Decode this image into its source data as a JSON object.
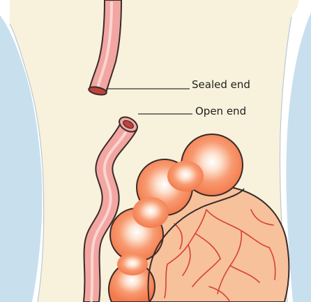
{
  "labels": {
    "sealed_end": "Sealed end",
    "open_end": "Open end"
  },
  "colors": {
    "background": "#ffffff",
    "body_cavity": "#f8f1dc",
    "side_region": "#c8dfee",
    "tube": "#f2a6a2",
    "tube_outline": "#3a2a28",
    "tube_cut": "#c0423a",
    "ovary_outer": "#f7845a",
    "ovary_inner": "#f6c19b",
    "vessels": "#d9402f",
    "leader_line": "#333333"
  },
  "icons": {
    "sealed_tube": "cut-tube-sealed",
    "open_tube": "cut-tube-open",
    "ovary": "ovary-with-follicles"
  }
}
